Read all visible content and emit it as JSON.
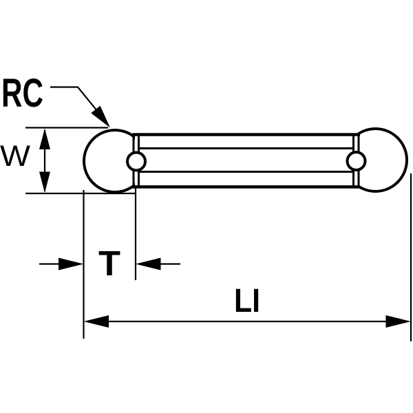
{
  "drawing": {
    "description": "Side-view technical drawing of a double-ended insert: two round ends joined by a straight bar, with dimension callouts",
    "labels": {
      "corner_radius": "RC",
      "width": "W",
      "thickness": "T",
      "length": "LI"
    }
  },
  "colors": {
    "line": "#000000",
    "background": "#ffffff"
  }
}
